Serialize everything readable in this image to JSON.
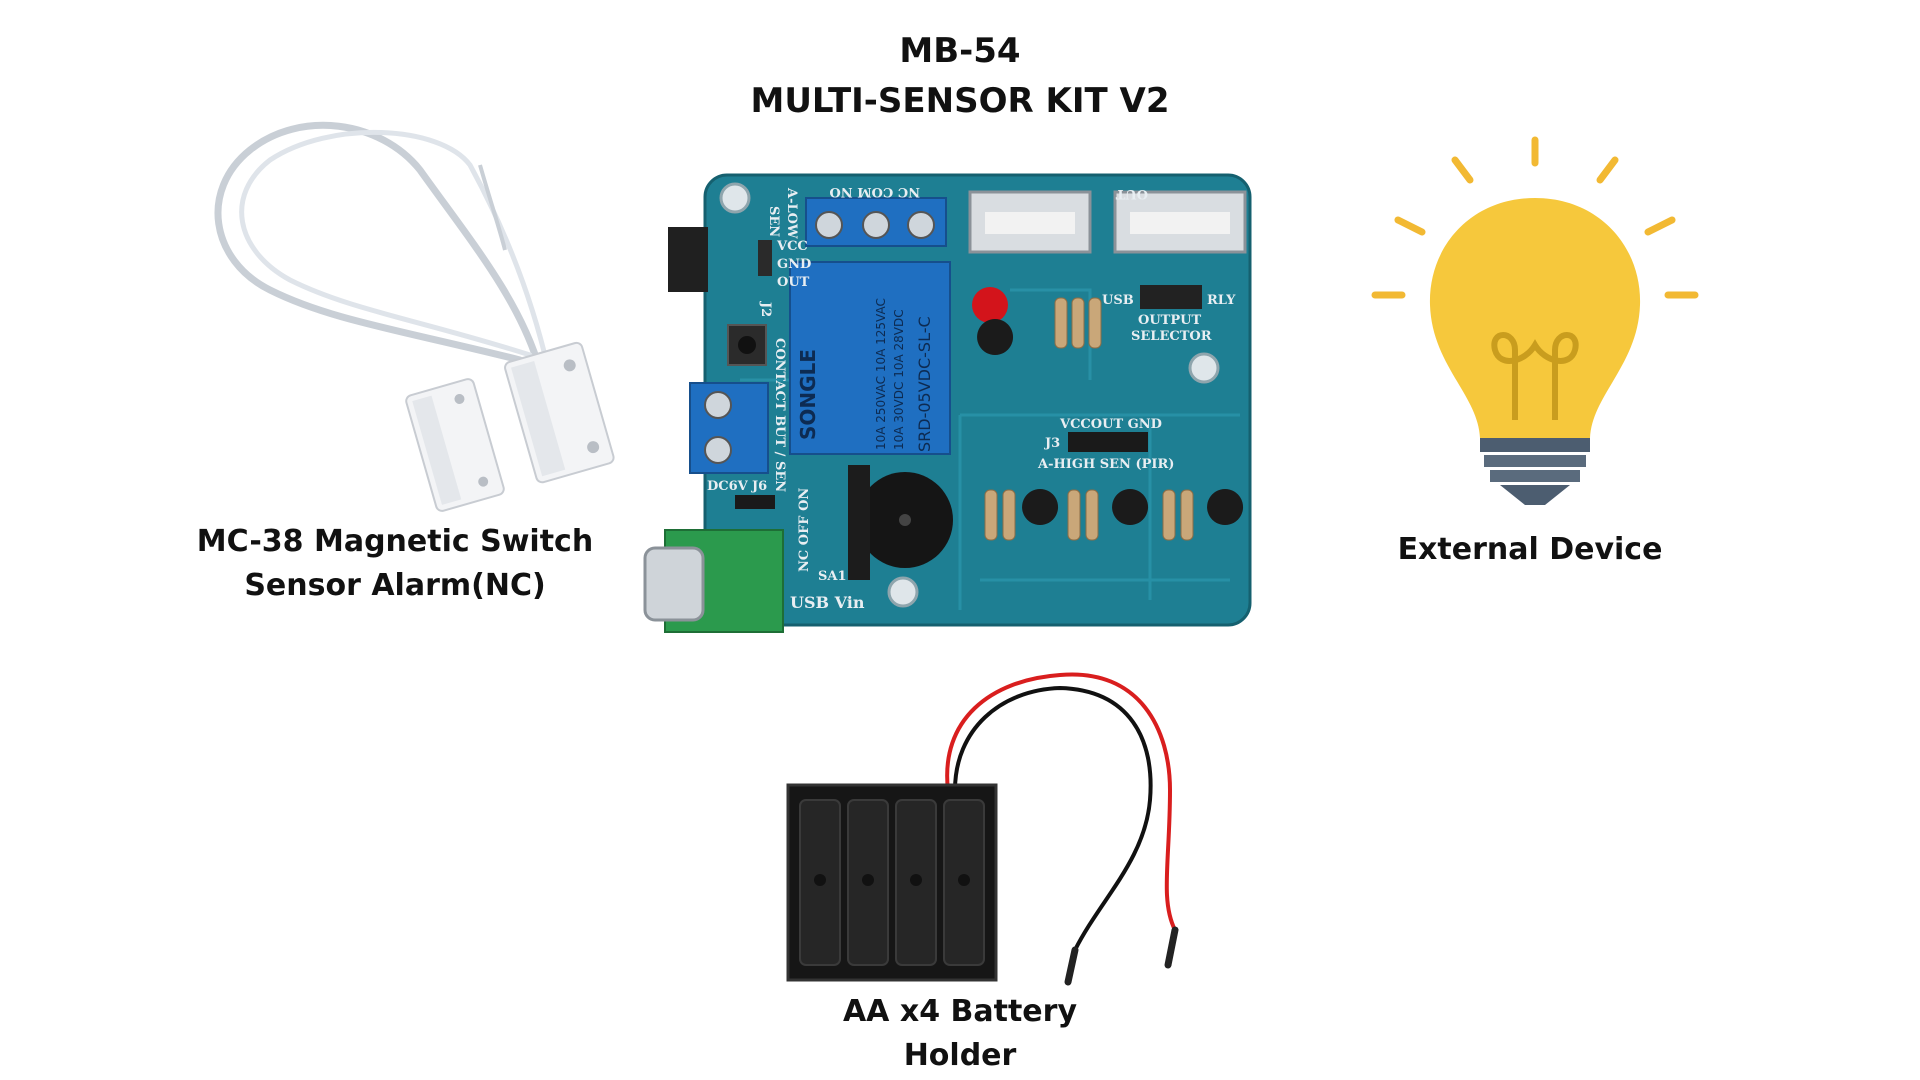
{
  "title": {
    "line1": "MB-54",
    "line2": "MULTI-SENSOR KIT V2"
  },
  "captions": {
    "sensor_line1": "MC-38 Magnetic Switch",
    "sensor_line2": "Sensor Alarm(NC)",
    "device": "External Device",
    "battery_line1": "AA x4 Battery",
    "battery_line2": "Holder"
  },
  "board_labels": {
    "sen": "SEN",
    "a_low": "A-LOW",
    "vcc": "VCC",
    "gnd": "GND",
    "out": "OUT",
    "relay_terms": "NC  COM  NO",
    "nc": "NC",
    "usb_out": "OUT",
    "usb": "USB",
    "rly": "RLY",
    "output_selector_1": "OUTPUT",
    "output_selector_2": "SELECTOR",
    "j2": "J2",
    "contact": "CONTACT BUT / SEN",
    "dc6v": "DC6V",
    "j6": "J6",
    "j3": "J3",
    "j3_pins": "VCCOUT GND",
    "a_high": "A-HIGH SEN (PIR)",
    "switch": "NC OFF ON",
    "sa1": "SA1",
    "usb_vin": "USB Vin"
  },
  "relay_labels": {
    "brand": "SONGLE",
    "rating1": "10A 250VAC  10A 125VAC",
    "rating2": "10A 30VDC  10A 28VDC",
    "model": "SRD-05VDC-SL-C"
  },
  "colors": {
    "pcb": "#1e7f93",
    "relay": "#1f6fc1",
    "bulb": "#f6c83c",
    "rays": "#f2b933",
    "bulb_base": "#5a6b7d",
    "wire_red": "#d91e1e",
    "wire_black": "#111111"
  },
  "icons": {
    "sensor": "magnetic-reed-switch",
    "device": "light-bulb",
    "battery": "aa-battery-holder"
  }
}
